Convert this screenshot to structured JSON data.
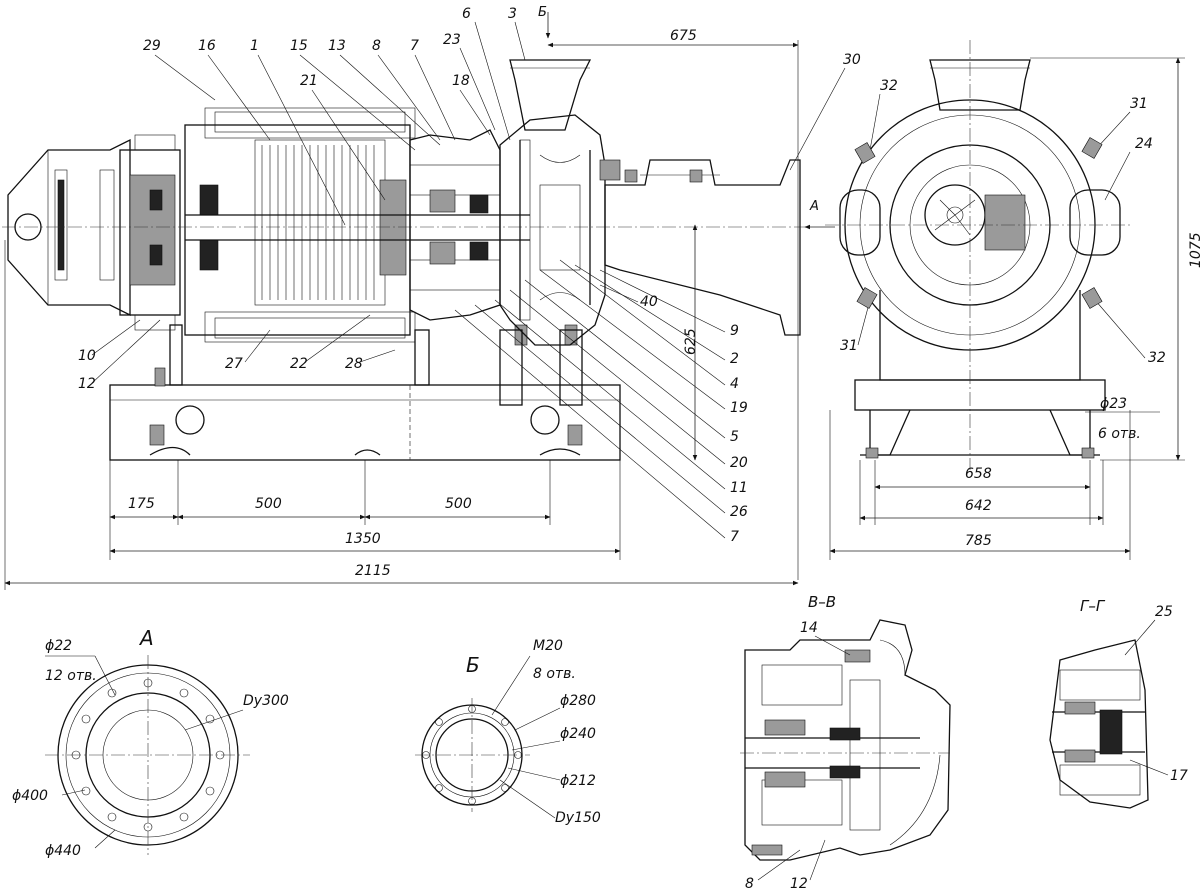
{
  "main_view": {
    "dimensions": {
      "d675": "675",
      "d1075": "1075",
      "d625": "625",
      "d175": "175",
      "d500a": "500",
      "d500b": "500",
      "d1350": "1350",
      "d2115": "2115",
      "d658": "658",
      "d642": "642",
      "d785": "785",
      "d23": "ϕ23",
      "d23_note": "6 отв."
    },
    "arrow_a": "A",
    "arrow_b": "Б",
    "callouts_top": [
      "29",
      "16",
      "1",
      "15",
      "13",
      "8",
      "7",
      "23",
      "6",
      "3",
      "21",
      "18",
      "30",
      "32",
      "31",
      "24"
    ],
    "callouts_right": [
      "40",
      "9",
      "2",
      "4",
      "19",
      "5",
      "20",
      "11",
      "26",
      "7",
      "31",
      "32"
    ],
    "callouts_bottom": [
      "10",
      "12",
      "27",
      "22",
      "28"
    ]
  },
  "view_a": {
    "title": "A",
    "hole_dia": "ϕ22",
    "hole_note": "12 отв.",
    "bore": "Dy300",
    "d400": "ϕ400",
    "d440": "ϕ440"
  },
  "view_b": {
    "title": "Б",
    "thread": "M20",
    "thread_note": "8 отв.",
    "d280": "ϕ280",
    "d240": "ϕ240",
    "d212": "ϕ212",
    "bore": "Dy150"
  },
  "section_vv": {
    "title": "В–В",
    "callouts": [
      "14",
      "8",
      "12"
    ]
  },
  "section_gg": {
    "title": "Г–Г",
    "callouts": [
      "25",
      "17"
    ]
  }
}
